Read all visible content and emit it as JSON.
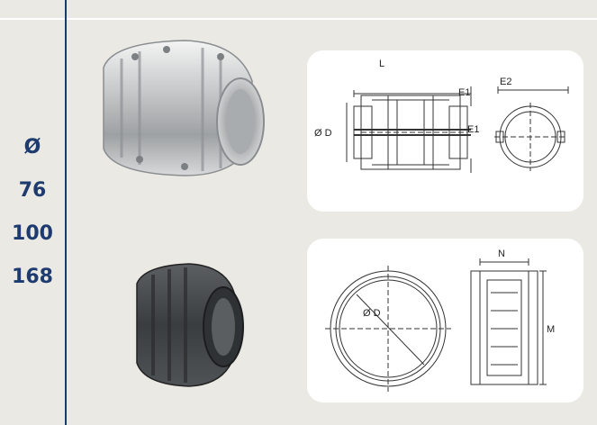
{
  "sizes": {
    "diameter_symbol": "Ø",
    "values": [
      "76",
      "100",
      "168"
    ]
  },
  "drawing_top": {
    "label_l": "L",
    "label_e1_top": "E1",
    "label_e1_side": "E1",
    "label_d": "Ø D",
    "label_e2": "E2"
  },
  "drawing_bottom": {
    "label_d": "Ø D",
    "label_n": "N",
    "label_m": "M"
  },
  "colors": {
    "accent": "#1d3b6e",
    "background": "#ebe9e4",
    "card": "#ffffff"
  }
}
